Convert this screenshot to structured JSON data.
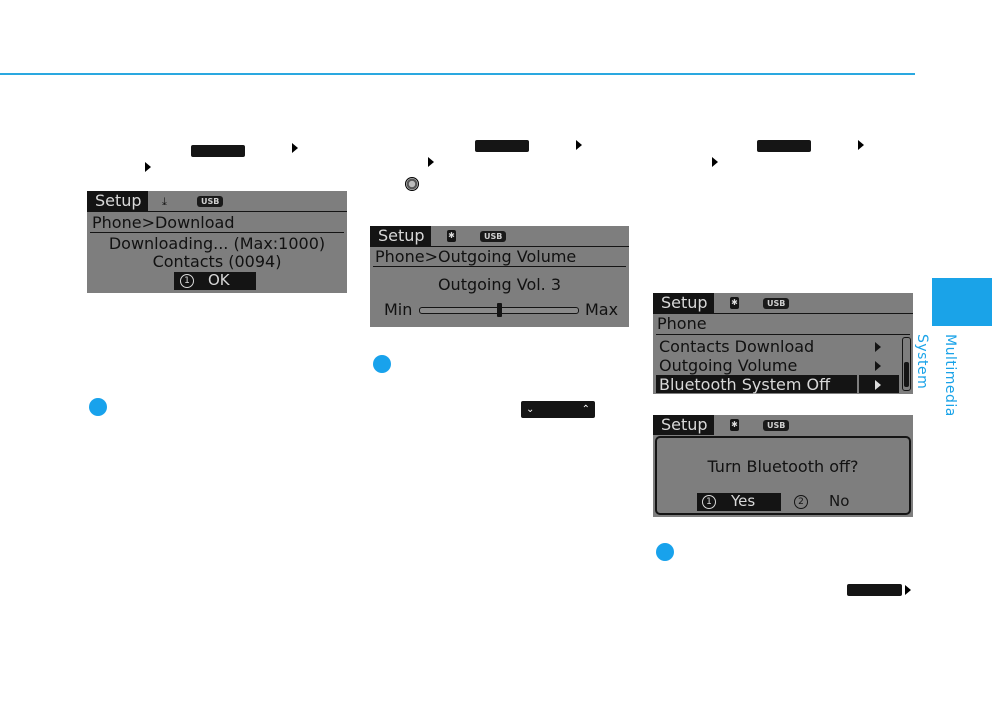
{
  "side_tab": {
    "label": "Multimedia System",
    "color": "#1aa3e8"
  },
  "accent_color": "#2aa8e0",
  "panel_download": {
    "setup_label": "Setup",
    "usb_label": "USB",
    "breadcrumb": "Phone>Download",
    "line1": "Downloading... (Max:1000)",
    "line2": "Contacts (0094)",
    "ok_number": "1",
    "ok_label": "OK"
  },
  "panel_volume": {
    "setup_label": "Setup",
    "usb_label": "USB",
    "breadcrumb": "Phone>Outgoing Volume",
    "volume_text": "Outgoing Vol. 3",
    "min_label": "Min",
    "max_label": "Max",
    "volume_fraction": 0.5
  },
  "panel_phone_menu": {
    "setup_label": "Setup",
    "usb_label": "USB",
    "title": "Phone",
    "items": [
      "Contacts Download",
      "Outgoing Volume",
      "Bluetooth System Off"
    ],
    "selected_index": 2
  },
  "panel_bt_dialog": {
    "setup_label": "Setup",
    "usb_label": "USB",
    "question": "Turn Bluetooth off?",
    "yes_number": "1",
    "yes_label": "Yes",
    "no_number": "2",
    "no_label": "No"
  }
}
